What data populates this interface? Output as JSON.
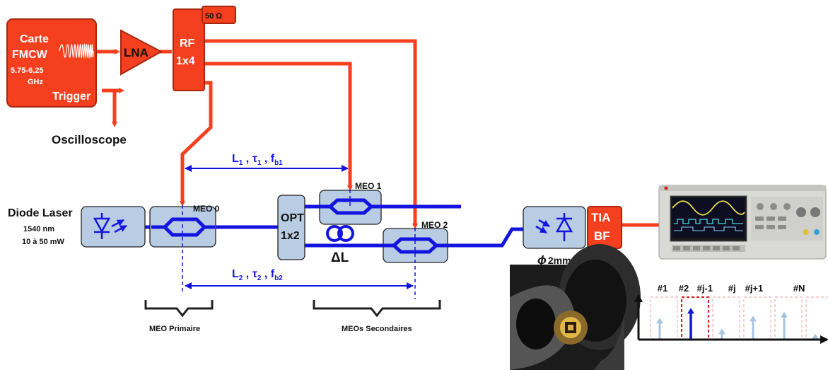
{
  "fmcw_card": {
    "line1": "Carte",
    "line2": "FMCW",
    "band": "5.75-6,25",
    "unit": "GHz",
    "trigger": "Trigger"
  },
  "lna": {
    "label": "LNA"
  },
  "rf_splitter": {
    "line1": "RF",
    "line2": "1x4",
    "load": "50 Ω"
  },
  "oscilloscope": {
    "label": "Oscilloscope"
  },
  "laser": {
    "title": "Diode Laser",
    "wavelength": "1540 nm",
    "power": "10 à 50 mW"
  },
  "meo0": {
    "label": "MEO 0"
  },
  "meo1": {
    "label": "MEO 1"
  },
  "meo2": {
    "label": "MEO 2"
  },
  "coupler": {
    "line1": "OPT",
    "line2": "1x2"
  },
  "delta_l": {
    "label": "ΔL"
  },
  "path1": {
    "L": "L",
    "L_sub": "1",
    "tau": "τ",
    "tau_sub": "1",
    "f": "f",
    "f_sub": "b1"
  },
  "path2": {
    "L": "L",
    "L_sub": "2",
    "tau": "τ",
    "tau_sub": "2",
    "f": "f",
    "f_sub": "b2"
  },
  "photodiode": {
    "diameter_symbol": "ϕ",
    "diameter": "2mm"
  },
  "tia": {
    "line1": "TIA",
    "line2": "BF"
  },
  "groups": {
    "primary": "MEO Primaire",
    "secondary": "MEOs Secondaires"
  },
  "spectrum": {
    "channels": [
      "#1",
      "#2",
      "#j-1",
      "#j",
      "#j+1",
      "#N"
    ],
    "highlighted_index": 1,
    "peak_levels": [
      0.55,
      0.8,
      0.28,
      0.6,
      0.7,
      0.15
    ]
  },
  "colors": {
    "rf": "#f5401f",
    "fiber": "#1414e0",
    "component": "#b8cce4",
    "spectrum_bar": "#a8c4e0"
  }
}
